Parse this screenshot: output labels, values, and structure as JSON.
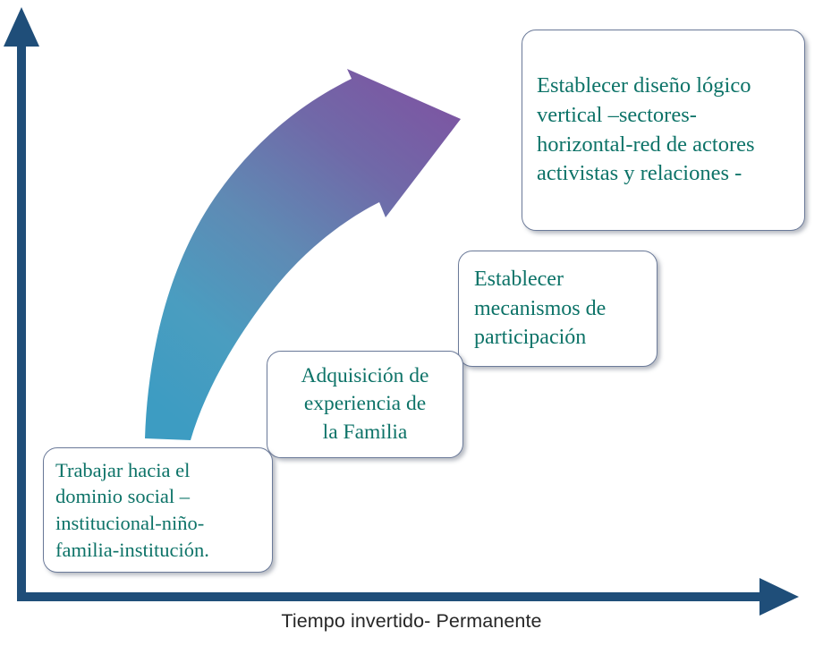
{
  "diagram": {
    "background_color": "#ffffff",
    "axis_color": "#1f4e79",
    "callout_border_color": "#6b7a99",
    "callout_text_color": "#0d7368",
    "arrow_gradient_start": "#3f9fc0",
    "arrow_gradient_end": "#7a5aa0"
  },
  "axes": {
    "y_axis_name": "vertical-axis-arrow",
    "x_axis_name": "horizontal-axis-arrow",
    "x_axis_label": "Tiempo invertido- Permanente"
  },
  "growth_arrow": {
    "name": "curved-growth-arrow",
    "direction": "up-right"
  },
  "callouts": [
    {
      "id": "logical-design",
      "align": "left",
      "lines": [
        "Establecer diseño lógico",
        "vertical –sectores-",
        "horizontal-red de actores",
        "activistas y relaciones -"
      ]
    },
    {
      "id": "participation",
      "align": "left",
      "lines": [
        "Establecer",
        "mecanismos de",
        "participación"
      ]
    },
    {
      "id": "family-experience",
      "align": "center",
      "lines": [
        "Adquisición de",
        "experiencia de",
        "la Familia"
      ]
    },
    {
      "id": "social-domain",
      "align": "left",
      "lines": [
        "Trabajar hacia el",
        "dominio social –",
        "institucional-niño-",
        "familia-institución."
      ]
    }
  ]
}
